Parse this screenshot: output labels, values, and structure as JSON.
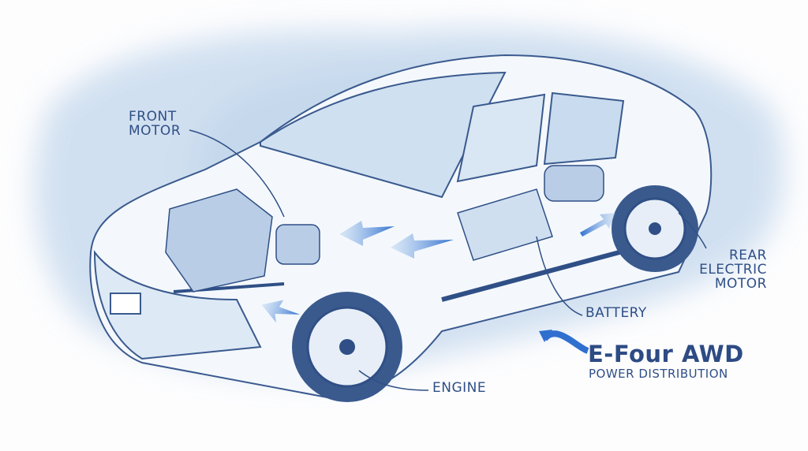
{
  "labels": {
    "front_motor": [
      "FRONT",
      "MOTOR"
    ],
    "rear_electric_motor": [
      "REAR",
      "ELECTRIC",
      "MOTOR"
    ],
    "battery": "BATTERY",
    "engine": "ENGINE"
  },
  "title": {
    "main": "E-Four AWD",
    "subtitle": "POWER DISTRIBUTION"
  },
  "colors": {
    "ink": "#2f4f86",
    "wash": "#bcd3ea",
    "arrow": "#2f6fcf"
  }
}
